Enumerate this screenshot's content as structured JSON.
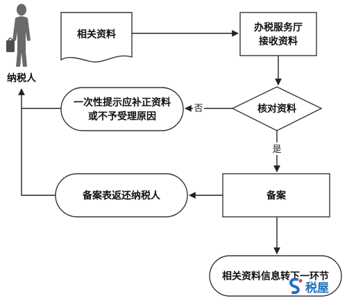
{
  "actor": {
    "label": "纳税人"
  },
  "nodes": {
    "documents": "相关资料",
    "hall_line1": "办税服务厅",
    "hall_line2": "接收资料",
    "check": "核对资料",
    "notice_line1": "一次性提示应补正资料",
    "notice_line2": "或不予受理原因",
    "filing": "备案",
    "return": "备案表返还纳税人",
    "transfer": "相关资料信息转下一环节"
  },
  "edges": {
    "no_label": "否",
    "yes_label": "是"
  },
  "watermark": {
    "text": "税屋",
    "colors": {
      "primary": "#1f6fc1",
      "accent": "#e8433b"
    }
  }
}
